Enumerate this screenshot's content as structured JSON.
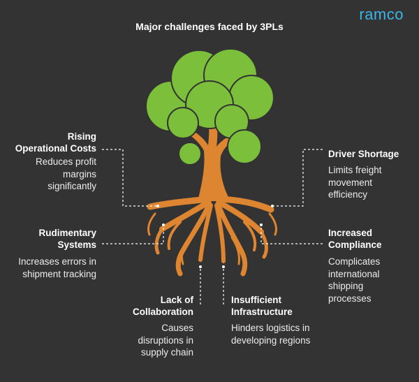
{
  "title": "Major challenges faced by 3PLs",
  "logo": "ramco",
  "colors": {
    "background": "#333333",
    "foliage": "#7cbf3a",
    "trunk": "#dd8530",
    "logo": "#3cb5e8"
  },
  "challenges": [
    {
      "heading": "Rising Operational Costs",
      "description": "Reduces profit margins significantly"
    },
    {
      "heading": "Driver Shortage",
      "description": "Limits freight movement efficiency"
    },
    {
      "heading": "Rudimentary Systems",
      "description": "Increases errors in shipment tracking"
    },
    {
      "heading": "Increased Compliance",
      "description": "Complicates international shipping processes"
    },
    {
      "heading": "Lack of Collaboration",
      "description": "Causes disruptions in supply chain"
    },
    {
      "heading": "Insufficient Infrastructure",
      "description": "Hinders logistics in developing regions"
    }
  ]
}
